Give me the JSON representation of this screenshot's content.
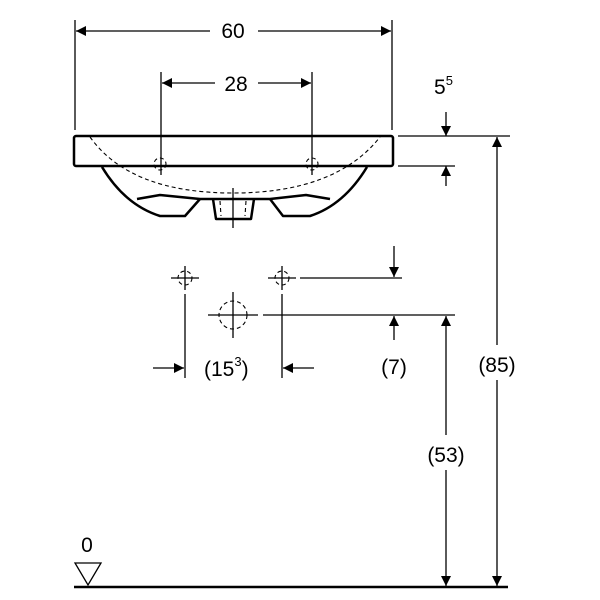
{
  "dimensions": {
    "overall_width": "60",
    "tap_hole_spacing": "28",
    "rim_thickness_main": "5",
    "rim_thickness_sup": "5",
    "supply_spacing_prefix": "(15",
    "supply_spacing_sup": "3",
    "supply_spacing_suffix": ")",
    "supply_offset": "(7)",
    "rim_height": "(85)",
    "drain_height": "(53)",
    "floor_level": "0"
  }
}
